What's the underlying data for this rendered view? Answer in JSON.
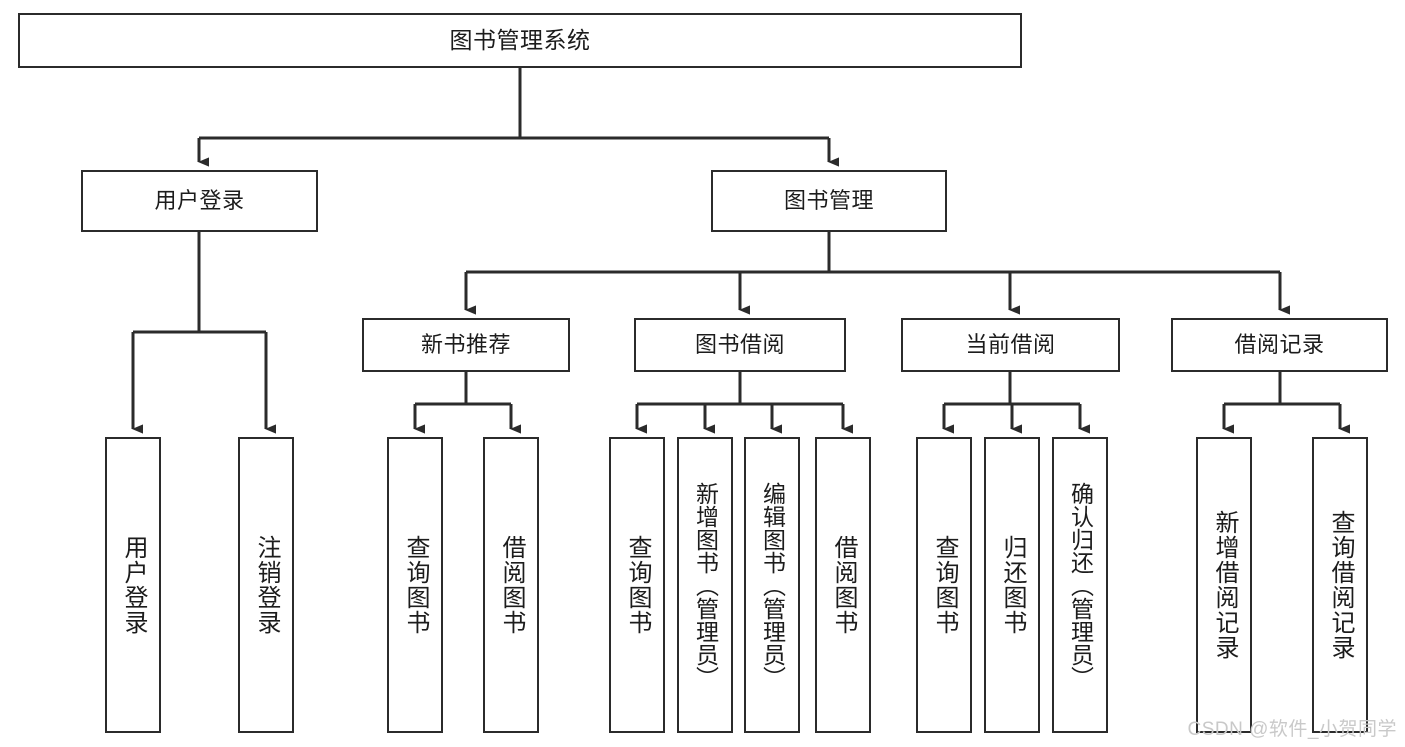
{
  "diagram": {
    "title": "图书管理系统",
    "type": "tree-hierarchy-diagram",
    "colors": {
      "box_border": "#2b2b2b",
      "box_fill": "#ffffff",
      "connector": "#2b2b2b",
      "text": "#1c1c1c",
      "watermark": "#c9c9c9",
      "background": "#ffffff"
    },
    "root": {
      "label": "图书管理系统"
    },
    "level2": [
      {
        "label": "用户登录"
      },
      {
        "label": "图书管理"
      }
    ],
    "level3": [
      {
        "label": "新书推荐"
      },
      {
        "label": "图书借阅"
      },
      {
        "label": "当前借阅"
      },
      {
        "label": "借阅记录"
      }
    ],
    "leaves": {
      "user_login": [
        {
          "label": "用户登录"
        },
        {
          "label": "注销登录"
        }
      ],
      "new_book_recommend": [
        {
          "label": "查询图书"
        },
        {
          "label": "借阅图书"
        }
      ],
      "book_borrow": [
        {
          "label": "查询图书"
        },
        {
          "label": "新增图书（管理员）"
        },
        {
          "label": "编辑图书（管理员）"
        },
        {
          "label": "借阅图书"
        }
      ],
      "current_borrow": [
        {
          "label": "查询图书"
        },
        {
          "label": "归还图书"
        },
        {
          "label": "确认归还（管理员）"
        }
      ],
      "borrow_record": [
        {
          "label": "新增借阅记录"
        },
        {
          "label": "查询借阅记录"
        }
      ]
    }
  },
  "watermark": {
    "text": "CSDN @软件_小贺同学"
  }
}
